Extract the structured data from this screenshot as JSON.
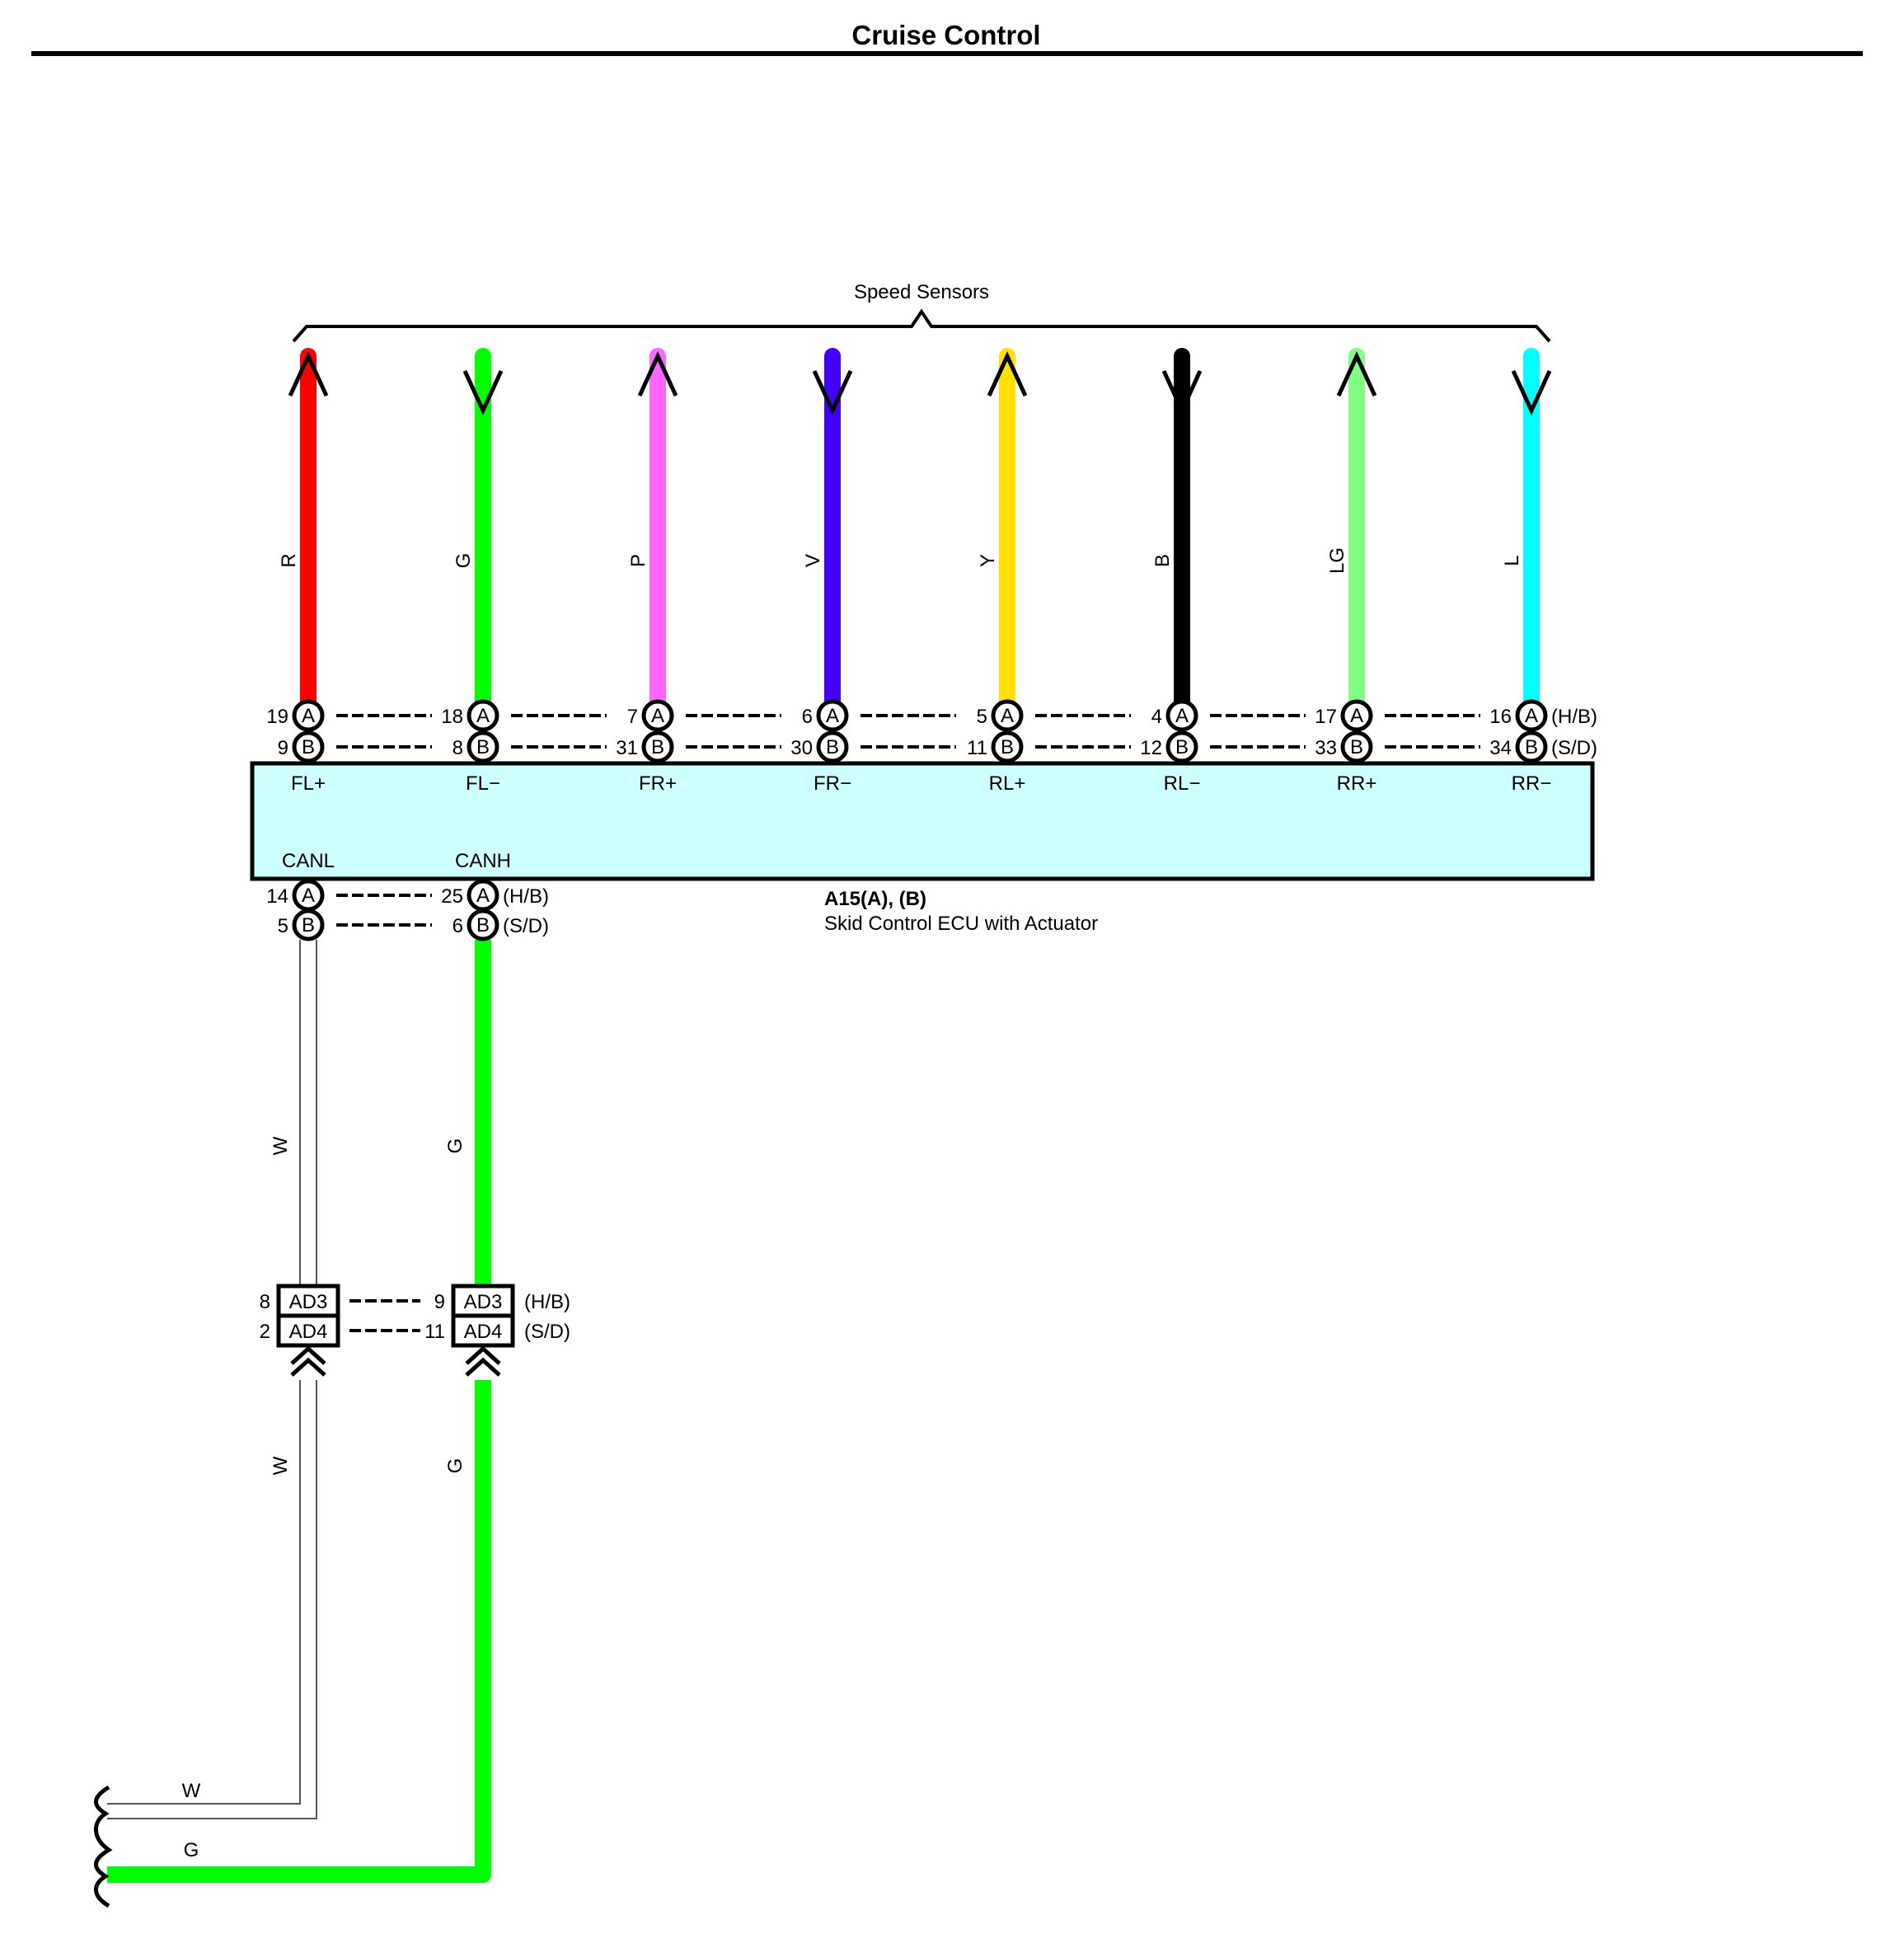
{
  "title": "Cruise Control",
  "speed_sensors_label": "Speed Sensors",
  "ecu": {
    "code": "A15(A), (B)",
    "name": "Skid Control ECU with Actuator",
    "pin_labels": [
      "FL+",
      "FL−",
      "FR+",
      "FR−",
      "RL+",
      "RL−",
      "RR+",
      "RR−",
      "CANL",
      "CANH"
    ]
  },
  "connector_suffix": {
    "A": "(H/B)",
    "B": "(S/D)"
  },
  "sensor_wires": [
    {
      "color_code": "R",
      "color": "#ff0000",
      "pin_a": "19",
      "pin_b": "9",
      "arrow": "up"
    },
    {
      "color_code": "G",
      "color": "#00ff00",
      "pin_a": "18",
      "pin_b": "8",
      "arrow": "down"
    },
    {
      "color_code": "P",
      "color": "#ff66ff",
      "pin_a": "7",
      "pin_b": "31",
      "arrow": "up"
    },
    {
      "color_code": "V",
      "color": "#4400ff",
      "pin_a": "6",
      "pin_b": "30",
      "arrow": "down"
    },
    {
      "color_code": "Y",
      "color": "#ffe000",
      "pin_a": "5",
      "pin_b": "11",
      "arrow": "up"
    },
    {
      "color_code": "B",
      "color": "#000000",
      "pin_a": "4",
      "pin_b": "12",
      "arrow": "down"
    },
    {
      "color_code": "LG",
      "color": "#80ff80",
      "pin_a": "17",
      "pin_b": "33",
      "arrow": "up"
    },
    {
      "color_code": "L",
      "color": "#00ffff",
      "pin_a": "16",
      "pin_b": "34",
      "arrow": "down"
    }
  ],
  "can_wires": [
    {
      "name": "CANL",
      "color_code": "W",
      "color": "#ffffff",
      "pin_a": "14",
      "pin_b": "5",
      "junction_pin_a": "8",
      "junction_pin_b": "2"
    },
    {
      "name": "CANH",
      "color_code": "G",
      "color": "#00ff00",
      "pin_a": "25",
      "pin_b": "6",
      "junction_pin_a": "9",
      "junction_pin_b": "11"
    }
  ],
  "junction_connectors": [
    "AD3",
    "AD4"
  ],
  "pin_letters": [
    "A",
    "B"
  ],
  "bottom_wire_labels": [
    "W",
    "G"
  ]
}
